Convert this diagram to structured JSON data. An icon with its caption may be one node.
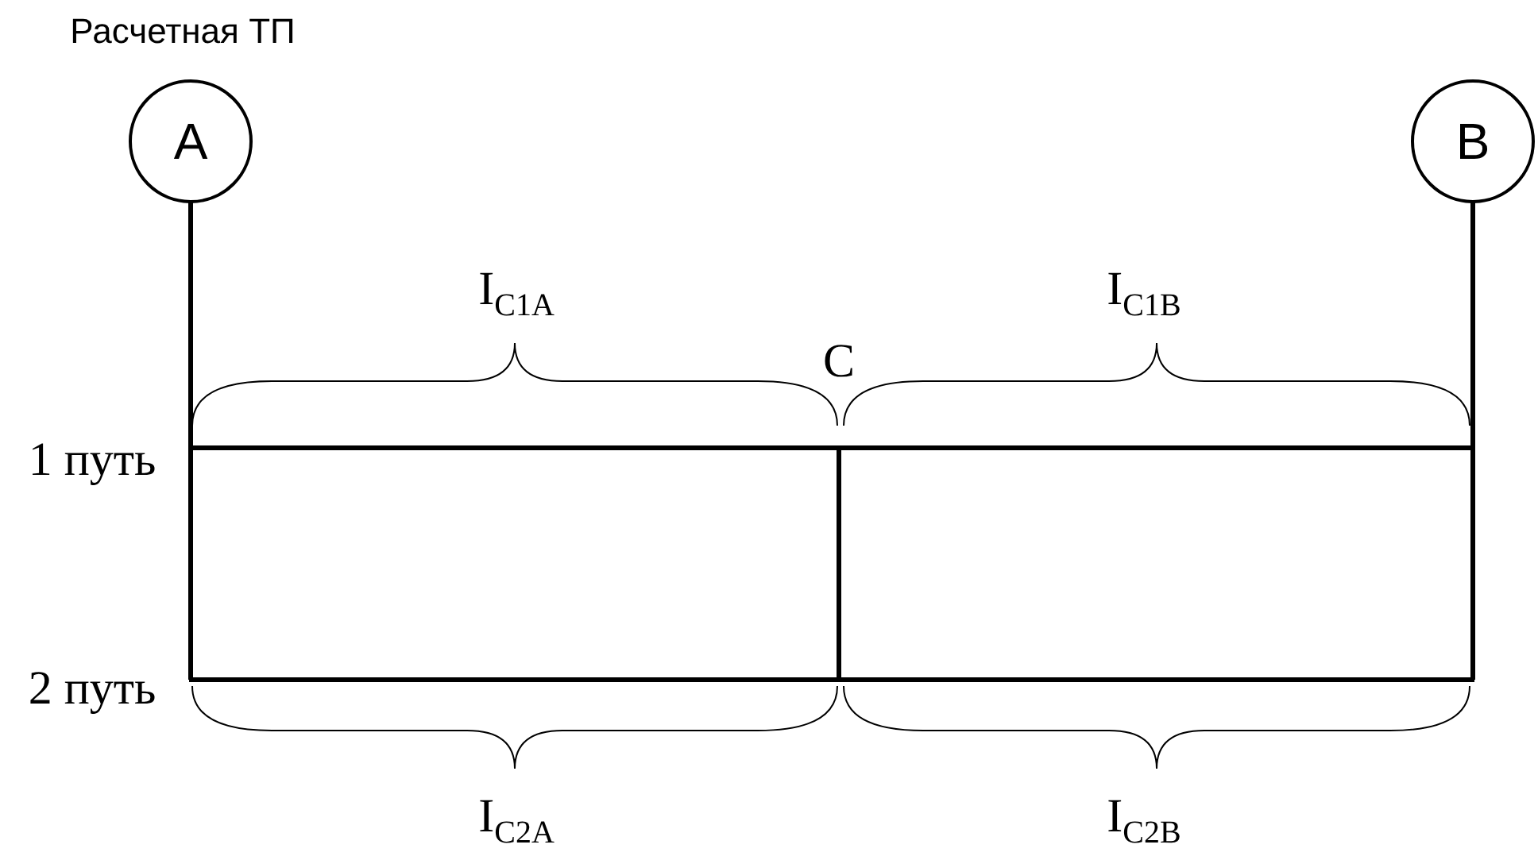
{
  "diagram": {
    "nodes": [
      {
        "text": [
          "A"
        ]
      },
      {
        "text": [
          "B"
        ]
      }
    ],
    "labels": [
      "Расчетная ТП",
      "I$_{C1A}$",
      "I$_{C1B}$",
      "C",
      "1 путь",
      "2 путь",
      "I$_{C2A}$",
      "I$_{C2B}$"
    ]
  }
}
